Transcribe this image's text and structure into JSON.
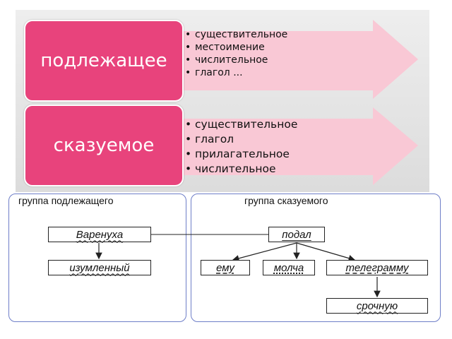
{
  "top_slide": {
    "subject": {
      "label": "подлежащее",
      "items": [
        "существительное",
        "местоимение",
        "числительное",
        "глагол ..."
      ]
    },
    "predicate": {
      "label": "сказуемое",
      "items": [
        "существительное",
        "глагол",
        "прилагательное",
        "числительное"
      ]
    }
  },
  "diagram": {
    "subject_group": {
      "title": "группа подлежащего",
      "head_word": "Варенуха",
      "dependent": "изумленный"
    },
    "predicate_group": {
      "title": "группа сказуемого",
      "head_word": "подал",
      "dependents": [
        "ему",
        "молча",
        "телеграмму"
      ],
      "sub_dependent": "срочную"
    }
  },
  "colors": {
    "pink": "#e8437c",
    "arrow_pink": "#f9c8d5",
    "group_border": "#6e7ec8"
  }
}
